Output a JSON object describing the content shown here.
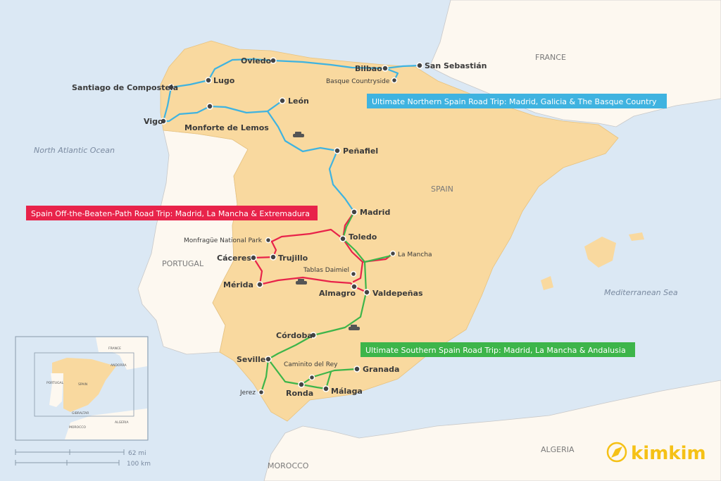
{
  "colors": {
    "sea": "#dbe8f4",
    "spain": "#f9d99f",
    "land": "#fdf8f0",
    "northern_route": "#3fb3e0",
    "offbeat_route": "#e8234a",
    "southern_route": "#3db54a",
    "logo": "#f5c116"
  },
  "countries": {
    "france": "FRANCE",
    "spain": "SPAIN",
    "portugal": "PORTUGAL",
    "algeria": "ALGERIA",
    "morocco": "MOROCCO"
  },
  "seas": {
    "atlantic": "North Atlantic Ocean",
    "mediterranean": "Mediterranean Sea"
  },
  "routes": {
    "northern": "Ultimate Northern Spain Road Trip: Madrid, Galicia & The Basque Country",
    "offbeat": "Spain Off-the-Beaten-Path Road Trip: Madrid, La Mancha & Extremadura",
    "southern": "Ultimate Southern Spain Road Trip: Madrid, La Mancha & Andalusia"
  },
  "cities": {
    "oviedo": "Oviedo",
    "bilbao": "Bilbao",
    "san_sebastian": "San Sebastián",
    "basque": "Basque Countryside",
    "santiago": "Santiago de Compostela",
    "lugo": "Lugo",
    "leon": "León",
    "vigo": "Vigo",
    "monforte": "Monforte de Lemos",
    "penafiel": "Peñafiel",
    "madrid": "Madrid",
    "toledo": "Toledo",
    "monfrague": "Monfragüe National Park",
    "caceres": "Cáceres",
    "trujillo": "Trujillo",
    "la_mancha": "La Mancha",
    "tablas": "Tablas Daimiel",
    "merida": "Mérida",
    "almagro": "Almagro",
    "valdepenas": "Valdepeñas",
    "cordoba": "Córdoba",
    "seville": "Seville",
    "caminito": "Caminito del Rey",
    "granada": "Granada",
    "jerez": "Jerez",
    "ronda": "Ronda",
    "malaga": "Málaga"
  },
  "inset": {
    "france": "FRANCE",
    "andorra": "ANDORRA",
    "portugal": "PORTUGAL",
    "spain": "SPAIN",
    "gibraltar": "GIBRALTAR",
    "morocco": "MOROCCO",
    "algeria": "ALGERIA"
  },
  "scale": {
    "miles": "62 mi",
    "km": "100 km"
  },
  "logo": {
    "text": "kimkim"
  }
}
